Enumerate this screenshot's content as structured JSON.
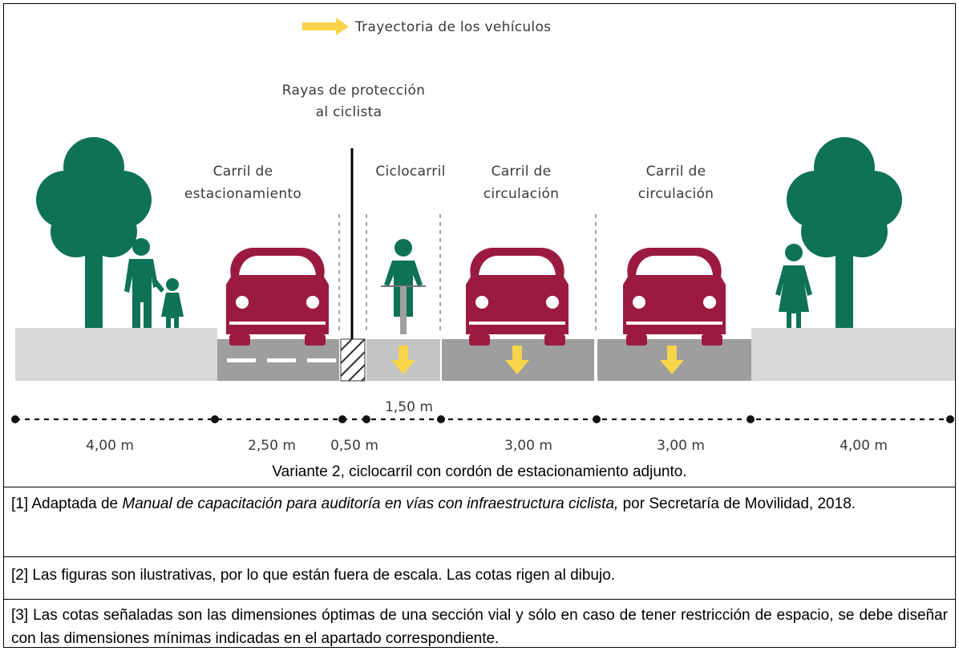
{
  "diagram": {
    "legend": "Trayectoria de los vehículos",
    "protection_label_1": "Rayas de protección",
    "protection_label_2": "al ciclista",
    "lanes": {
      "parking_1": "Carril de",
      "parking_2": "estacionamiento",
      "bike": "Ciclocarril",
      "traffic1_1": "Carril de",
      "traffic1_2": "circulación",
      "traffic2_1": "Carril de",
      "traffic2_2": "circulación"
    },
    "dimensions": {
      "sidewalk_left": "4,00 m",
      "parking": "2,50 m",
      "buffer": "0,50 m",
      "bike": "1,50 m",
      "traffic1": "3,00 m",
      "traffic2": "3,00 m",
      "sidewalk_right": "4,00 m"
    },
    "colors": {
      "tree": "#0e7256",
      "person": "#0e7256",
      "car": "#9b1b40",
      "arrow": "#f7d44a",
      "sidewalk": "#d9d9d9",
      "asphalt": "#9e9e9e",
      "bike_lane": "#c4c4c4"
    }
  },
  "caption": "Variante 2, ciclocarril con cordón de estacionamiento adjunto.",
  "notes": {
    "n1_prefix": "[1] Adaptada de ",
    "n1_title": "Manual de capacitación para auditoría en vías con infraestructura ciclista,",
    "n1_suffix": " por Secretaría de Movilidad, 2018.",
    "n2": "[2] Las figuras son ilustrativas, por lo que están fuera de escala. Las cotas rigen al dibujo.",
    "n3": "[3] Las cotas señaladas son las dimensiones óptimas de una sección vial y sólo en caso de tener restricción de espacio, se debe diseñar con las dimensiones mínimas indicadas en el apartado correspondiente."
  }
}
